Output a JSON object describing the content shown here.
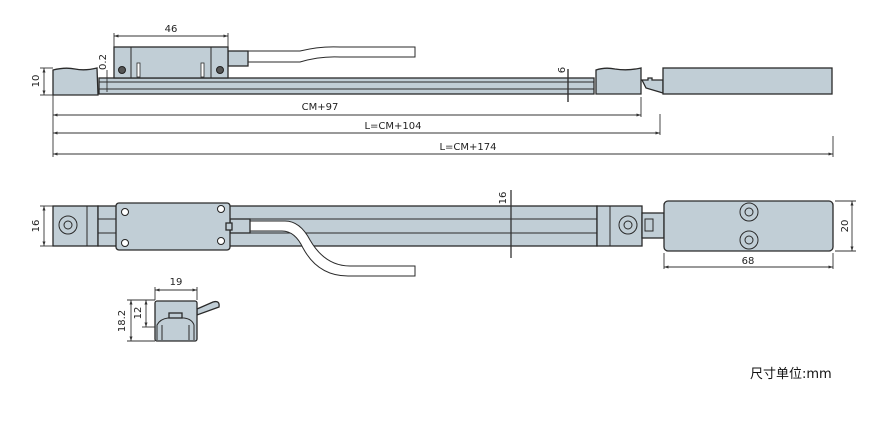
{
  "colors": {
    "part_fill": "#c1ced6",
    "outline": "#2a2a2a"
  },
  "top_view": {
    "dims": {
      "head_width": "46",
      "height": "10",
      "gap": "0.2",
      "rail_height": "6",
      "cm97": "CM+97",
      "cm104": "L=CM+104",
      "cm174": "L=CM+174"
    }
  },
  "bottom_view": {
    "dims": {
      "width_left": "16",
      "width_mid": "16",
      "box_height": "20",
      "box_length": "68"
    }
  },
  "end_view": {
    "dims": {
      "width": "19",
      "height": "18.2",
      "inner_height": "12"
    }
  },
  "unit_label": "尺寸单位:mm"
}
